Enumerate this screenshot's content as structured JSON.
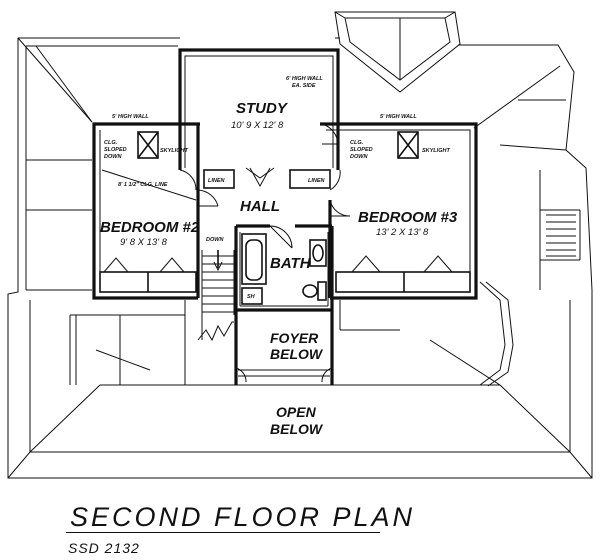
{
  "plan": {
    "title": "SECOND FLOOR PLAN",
    "code": "SSD 2132",
    "rooms": {
      "study": {
        "name": "STUDY",
        "dims": "10' 9 X 12' 8"
      },
      "bedroom2": {
        "name": "BEDROOM #2",
        "dims": "9' 8 X 13' 8"
      },
      "bedroom3": {
        "name": "BEDROOM #3",
        "dims": "13' 2 X 13' 8"
      },
      "hall": {
        "name": "HALL"
      },
      "bath": {
        "name": "BATH"
      },
      "foyer": {
        "line1": "FOYER",
        "line2": "BELOW"
      },
      "open": {
        "line1": "OPEN",
        "line2": "BELOW"
      }
    },
    "notes": {
      "wall_left": "5' HIGH WALL",
      "wall_right": "5' HIGH WALL",
      "study_wall_1": "6' HIGH WALL",
      "study_wall_2": "EA. SIDE",
      "clg_left_1": "CLG.",
      "clg_left_2": "SLOPED",
      "clg_left_3": "DOWN",
      "clg_right_1": "CLG.",
      "clg_right_2": "SLOPED",
      "clg_right_3": "DOWN",
      "skylight_left": "SKYLIGHT",
      "skylight_right": "SKYLIGHT",
      "clg_line": "8' 1 1/2\" CLG. LINE",
      "linen_left": "LINEN",
      "linen_right": "LINEN",
      "down": "DOWN",
      "sh": "SH"
    }
  }
}
